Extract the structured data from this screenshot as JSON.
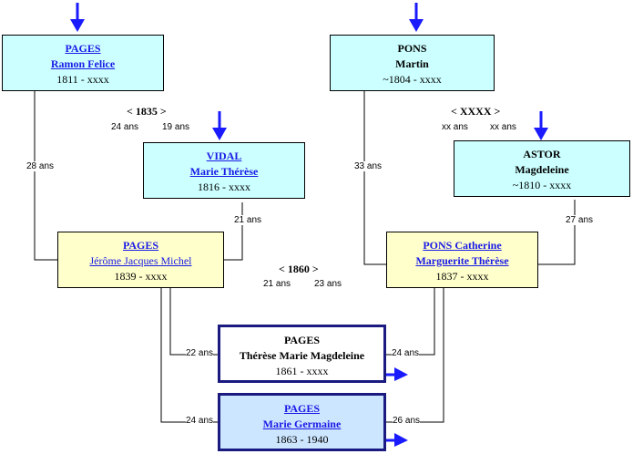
{
  "boxes": {
    "pages_ramon": {
      "surname": "PAGES",
      "given": "Ramon Felice",
      "dates": "1811 - xxxx"
    },
    "pons_martin": {
      "surname": "PONS",
      "given": "Martin",
      "dates": "~1804 - xxxx"
    },
    "vidal_marie": {
      "surname": "VIDAL",
      "given": "Marie Thérèse",
      "dates": "1816 - xxxx"
    },
    "astor_magdeleine": {
      "surname": "ASTOR",
      "given": "Magdeleine",
      "dates": "~1810 - xxxx"
    },
    "pages_jerome": {
      "surname": "PAGES",
      "given": "Jérôme Jacques Michel",
      "dates": "1839 - xxxx"
    },
    "pons_catherine": {
      "surname": "PONS Catherine",
      "given": "Marguerite Thérèse",
      "dates": "1837 - xxxx"
    },
    "pages_therese": {
      "surname": "PAGES",
      "given": "Thérèse Marie Magdeleine",
      "dates": "1861 - xxxx"
    },
    "pages_germaine": {
      "surname": "PAGES",
      "given": "Marie Germaine",
      "dates": "1863 - 1940"
    }
  },
  "marriages": {
    "m1835": {
      "year": "< 1835 >",
      "age_left": "24 ans",
      "age_right": "19 ans"
    },
    "mxxxx": {
      "year": "< XXXX >",
      "age_left": "xx ans",
      "age_right": "xx ans"
    },
    "m1860": {
      "year": "< 1860 >",
      "age_left": "21 ans",
      "age_right": "23 ans"
    }
  },
  "ages": {
    "ramon_at_jerome": "28 ans",
    "martin_at_catherine": "33 ans",
    "vidal_at_jerome": "21 ans",
    "astor_at_catherine": "27 ans",
    "jerome_at_therese": "22 ans",
    "catherine_at_therese": "24 ans",
    "jerome_at_germaine": "24 ans",
    "catherine_at_germaine": "26 ans"
  },
  "colors": {
    "arrow_blue": "#1a1aff",
    "cyan_fill": "#ccffff",
    "yellow_fill": "#ffffcc",
    "light_blue_fill": "#cce6ff",
    "dark_border": "#1a1a80",
    "link_blue": "#1a1ae6"
  }
}
